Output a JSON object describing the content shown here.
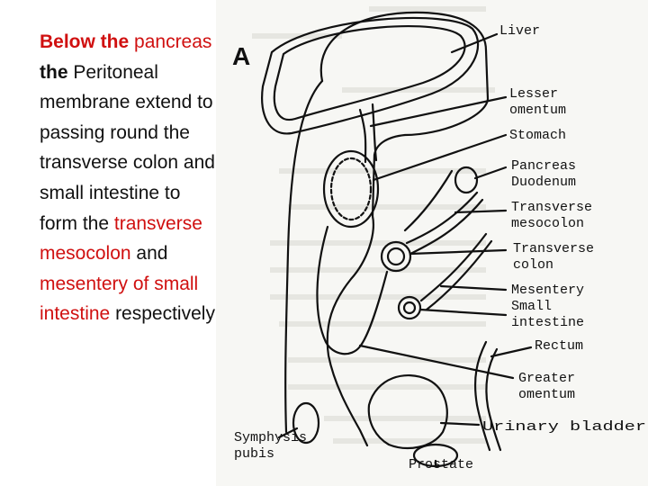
{
  "text": {
    "p1": "Below the",
    "p2": "pancreas",
    "p3": " the",
    "p4": "Peritoneal membrane extend to passing round the transverse colon and small intestine to form the",
    "p5": "transverse mesocolon",
    "p6": " and",
    "p7": "mesentery of small intestine",
    "p8": "respectively"
  },
  "figure": {
    "panel_letter": "A",
    "labels": {
      "liver": "Liver",
      "lesser_omentum_1": "Lesser",
      "lesser_omentum_2": "omentum",
      "stomach": "Stomach",
      "pancreas": "Pancreas",
      "duodenum": "Duodenum",
      "transverse_mesocolon_1": "Transverse",
      "transverse_mesocolon_2": "mesocolon",
      "transverse_colon_1": "Transverse",
      "transverse_colon_2": "colon",
      "mesentery": "Mesentery",
      "small_intestine_1": "Small",
      "small_intestine_2": "intestine",
      "rectum": "Rectum",
      "greater_omentum_1": "Greater",
      "greater_omentum_2": "omentum",
      "urinary_bladder": "Urinary bladder",
      "symphysis_1": "Symphysis",
      "symphysis_2": "pubis",
      "prostate": "Prostate"
    }
  },
  "colors": {
    "highlight": "#d01010",
    "text": "#111111"
  }
}
